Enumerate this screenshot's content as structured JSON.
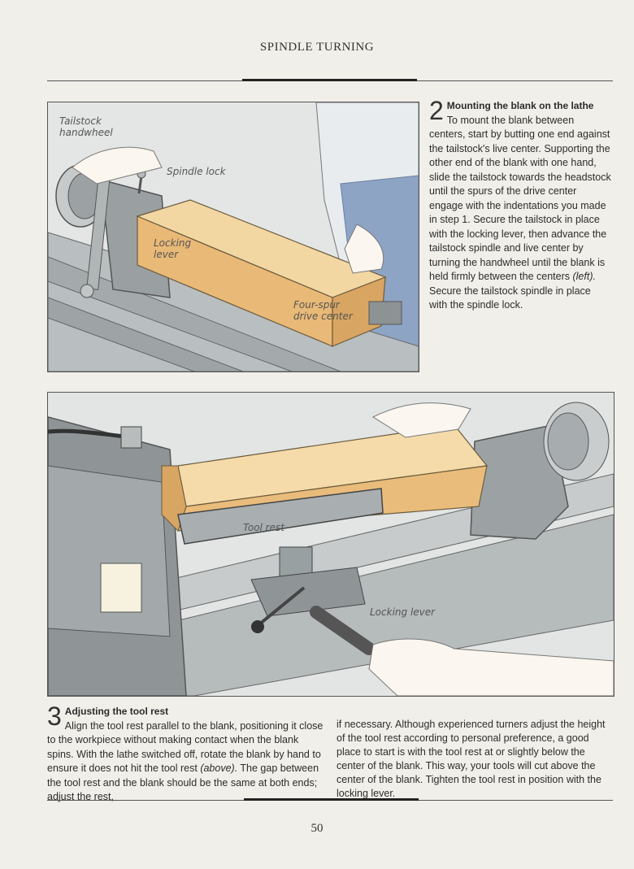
{
  "header": {
    "title": "SPINDLE TURNING"
  },
  "figure1": {
    "labels": {
      "tailstock_handwheel": "Tailstock handwheel",
      "spindle_lock": "Spindle lock",
      "locking_lever": "Locking lever",
      "four_spur": "Four-spur drive center"
    }
  },
  "step2": {
    "number": "2",
    "title": "Mounting the blank on the lathe",
    "body_a": "To mount the blank between centers, start by butting one end against the tailstock's live center. Supporting the other end of the blank with one hand, slide the tailstock towards the headstock until the spurs of the drive center engage with the indentations you made in step 1. Secure the tailstock in place with the locking lever, then advance the tailstock spindle and live center by turning the handwheel until the blank is held firmly between the centers ",
    "body_em": "(left).",
    "body_b": " Secure the tailstock spindle in place with the spindle lock."
  },
  "figure2": {
    "labels": {
      "tool_rest": "Tool rest",
      "locking_lever": "Locking lever"
    }
  },
  "step3": {
    "number": "3",
    "title": "Adjusting the tool rest",
    "col1_a": "Align the tool rest parallel to the blank, positioning it close to the workpiece without making contact when the blank spins. With the lathe switched off, rotate the blank by hand to ensure it does not hit the tool rest ",
    "col1_em": "(above).",
    "col1_b": " The gap between the tool rest and the blank should be the same at both ends; adjust the rest,",
    "col2": "if necessary. Although experienced turners adjust the height of the tool rest according to personal preference, a good place to start is with the tool rest at or slightly below the center of the blank. This way, your tools will cut above the center of the blank. Tighten the tool rest in position with the locking lever."
  },
  "footer": {
    "page_number": "50"
  }
}
